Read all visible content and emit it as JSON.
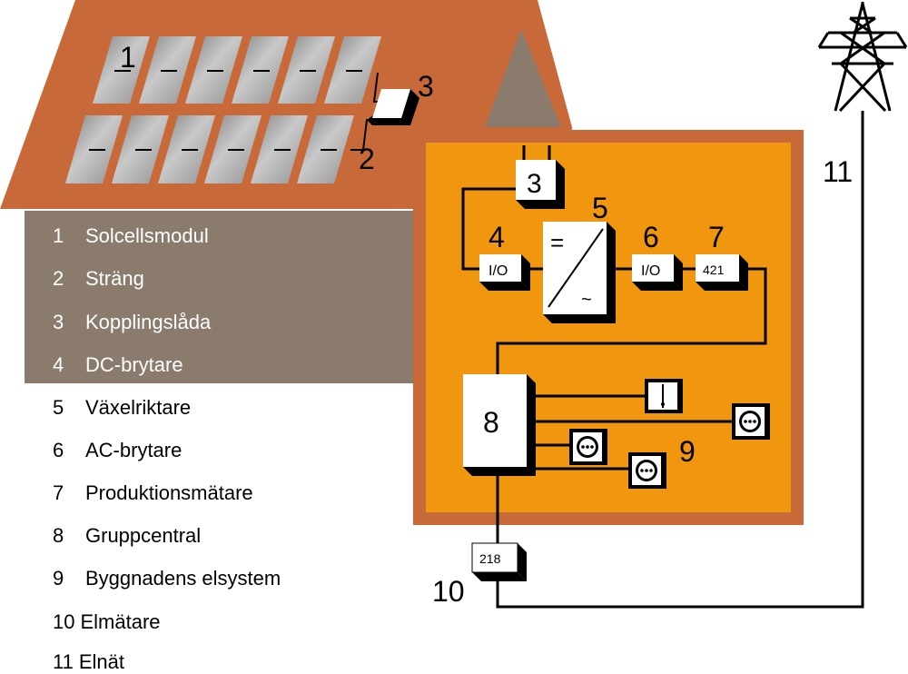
{
  "legend": [
    {
      "num": "1",
      "label": "Solcellsmodul"
    },
    {
      "num": "2",
      "label": "Sträng"
    },
    {
      "num": "3",
      "label": "Kopplingslåda"
    },
    {
      "num": "4",
      "label": "DC-brytare"
    },
    {
      "num": "5",
      "label": "Växelriktare"
    },
    {
      "num": "6",
      "label": "AC-brytare"
    },
    {
      "num": "7",
      "label": "Produktionsmätare"
    },
    {
      "num": "8",
      "label": "Gruppcentral"
    },
    {
      "num": "9",
      "label": "Byggnadens elsystem"
    },
    {
      "num": "10",
      "label": "Elmätare"
    },
    {
      "num": "11",
      "label": "Elnät"
    }
  ],
  "callouts": {
    "module": "1",
    "string": "2",
    "junction_box_roof": "3",
    "junction_box": "3",
    "dc_switch": "4",
    "inverter": "5",
    "ac_switch": "6",
    "production_meter": "7",
    "distribution_board": "8",
    "building_system": "9",
    "meter": "10",
    "grid": "11"
  },
  "device_labels": {
    "dc_switch": "I/O",
    "ac_switch": "I/O",
    "production_meter": "421",
    "electricity_meter": "218",
    "inverter_dc": "=",
    "inverter_ac": "~"
  },
  "colors": {
    "roof": "#c8693a",
    "roof_edge": "#b85a2e",
    "wall": "#8a7b6c",
    "annex_border": "#c8693a",
    "annex_fill": "#f0960f",
    "panel": "#a9a9a9",
    "wire": "#000000"
  }
}
